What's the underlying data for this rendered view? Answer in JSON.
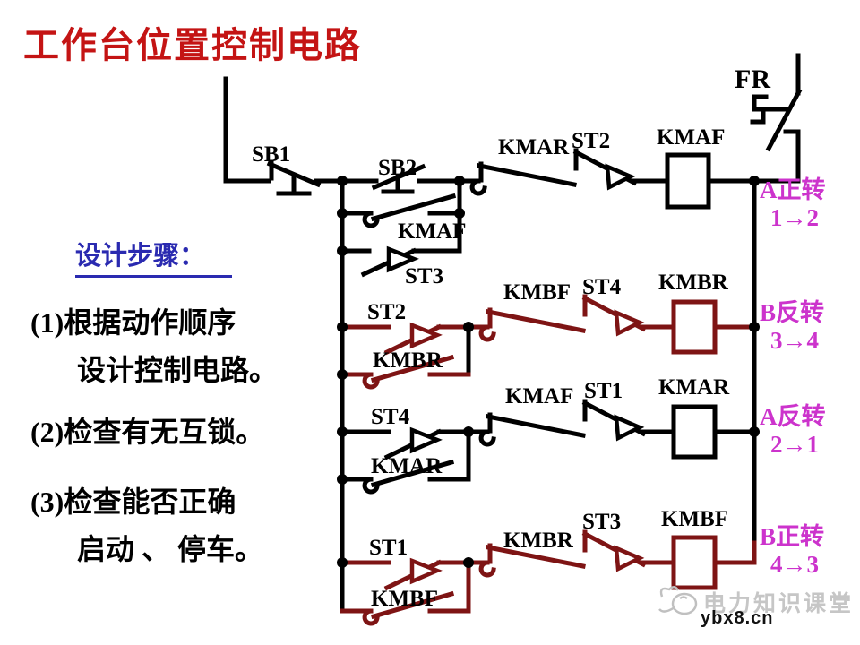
{
  "title": "工作台位置控制电路",
  "design_steps": {
    "heading": "设计步骤：",
    "step1_line1": "(1)根据动作顺序",
    "step1_line2": "设计控制电路。",
    "step2_line1": "(2)检查有无互锁。",
    "step3_line1": "(3)检查能否正确",
    "step3_line2": "启动 、 停车。"
  },
  "circuit": {
    "colors": {
      "wire_black": "#000000",
      "wire_maroon": "#7e1414",
      "output_magenta": "#cc33cc",
      "title_red": "#c41414",
      "heading_blue": "#2a2ab0"
    },
    "labels": {
      "fr": "FR",
      "sb1": "SB1",
      "sb2": "SB2",
      "kmaf_hold": "KMAF",
      "st3_branch": "ST3",
      "r1_kmar": "KMAR",
      "r1_st2": "ST2",
      "r1_coil": "KMAF",
      "r2_st2": "ST2",
      "r2_kmbr_hold": "KMBR",
      "r2_kmbf": "KMBF",
      "r2_st4": "ST4",
      "r2_coil": "KMBR",
      "r3_st4": "ST4",
      "r3_kmar_hold": "KMAR",
      "r3_kmaf": "KMAF",
      "r3_st1": "ST1",
      "r3_coil": "KMAR",
      "r4_st1": "ST1",
      "r4_kmbf_hold": "KMBF",
      "r4_kmbr": "KMBR",
      "r4_st3": "ST3",
      "r4_coil": "KMBF"
    },
    "outputs": [
      {
        "action": "A正转",
        "transition": "1→2"
      },
      {
        "action": "B反转",
        "transition": "3→4"
      },
      {
        "action": "A反转",
        "transition": "2→1"
      },
      {
        "action": "B正转",
        "transition": "4→3"
      }
    ]
  },
  "watermark": {
    "brand": "电力知识课堂",
    "site": "ybx8.cn"
  }
}
